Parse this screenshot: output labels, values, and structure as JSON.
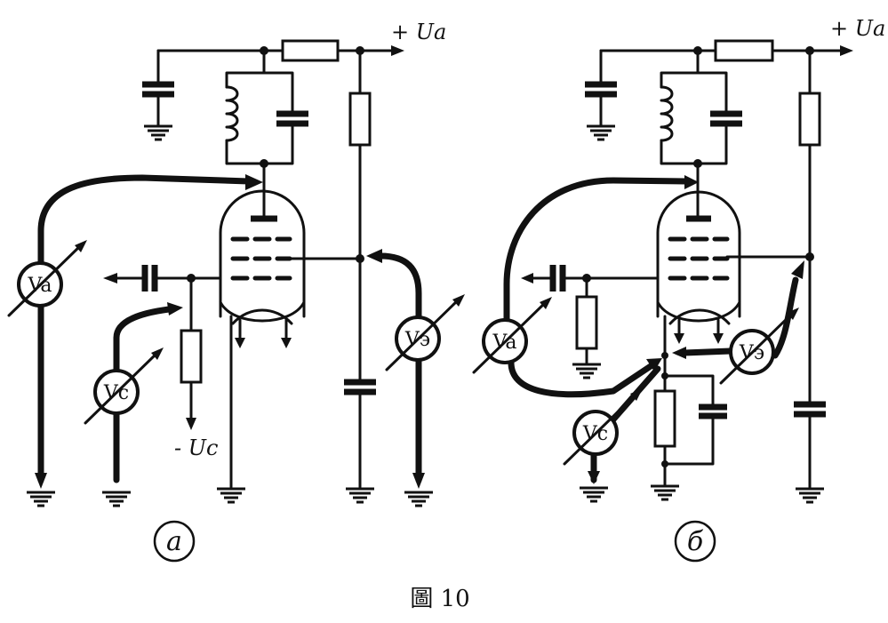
{
  "figure": {
    "caption": "圖 10"
  },
  "panel_a": {
    "label": "a",
    "supply_anode": "+ Ua",
    "supply_grid": "- Uc",
    "meter_anode": "Va",
    "meter_grid": "Vc",
    "meter_cathode": "Vэ"
  },
  "panel_b": {
    "label": "б",
    "supply_anode": "+ Ua",
    "meter_anode": "Va",
    "meter_grid": "Vc",
    "meter_cathode": "Vэ"
  }
}
